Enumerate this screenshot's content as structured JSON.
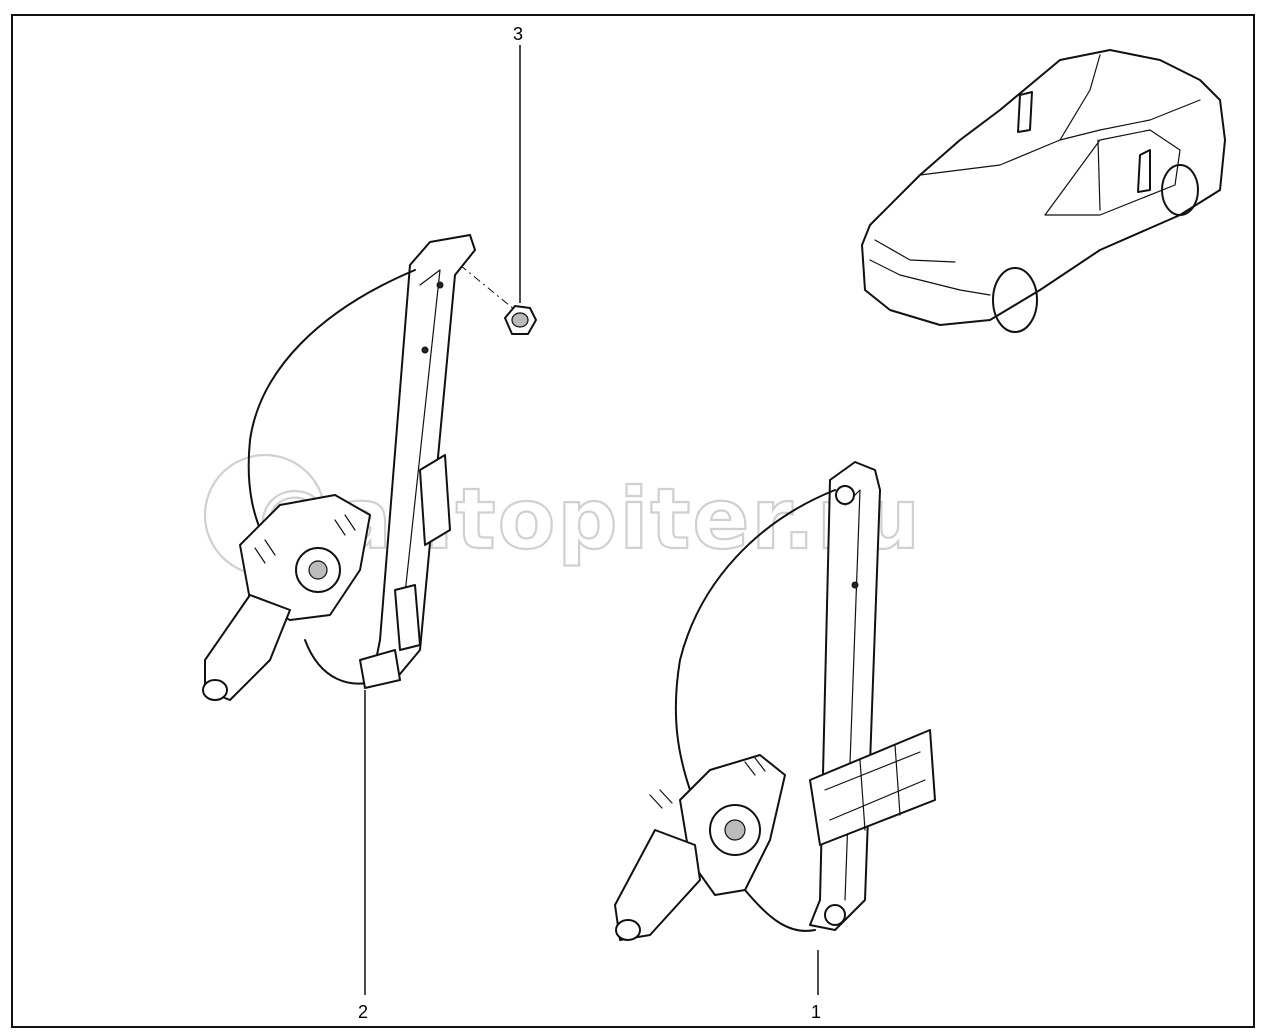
{
  "callouts": [
    {
      "id": "1",
      "label": "1"
    },
    {
      "id": "2",
      "label": "2"
    },
    {
      "id": "3",
      "label": "3"
    }
  ],
  "watermark": {
    "text": "autopiter.ru"
  },
  "colors": {
    "line": "#111111",
    "watermark": "#d0d0d0",
    "background": "#ffffff"
  }
}
